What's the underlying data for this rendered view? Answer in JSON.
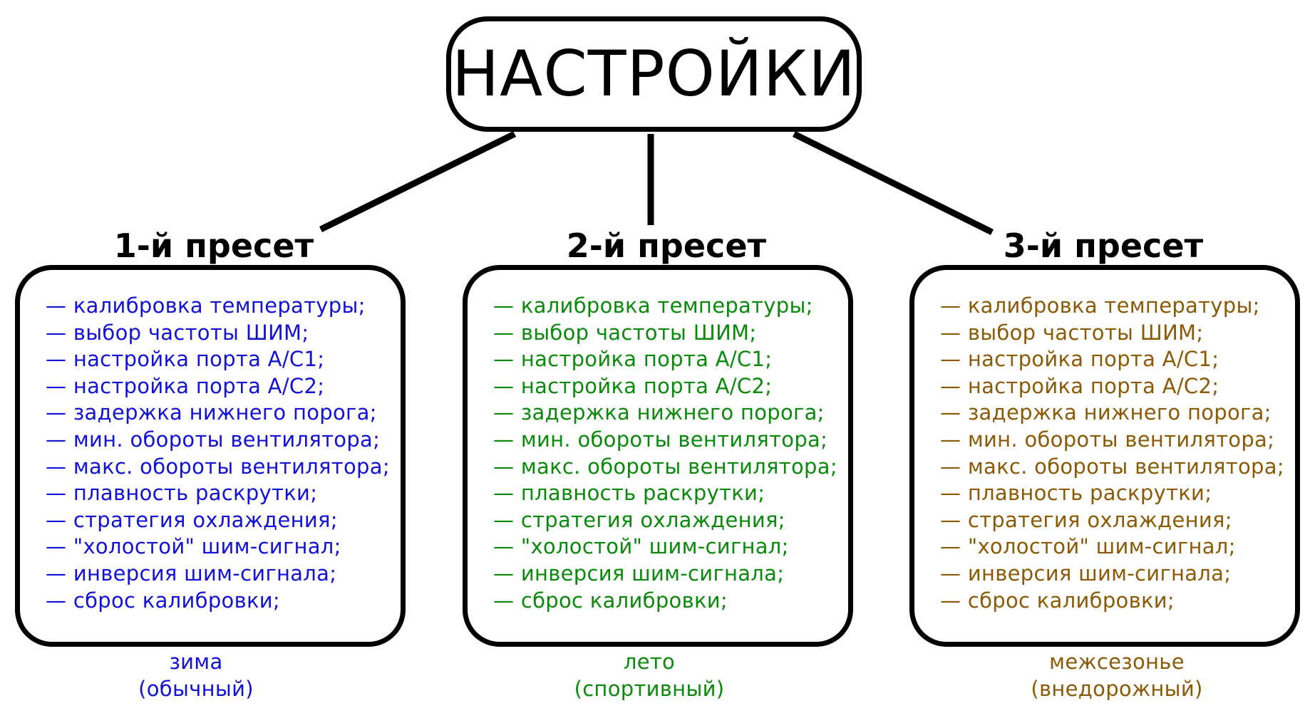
{
  "root": {
    "title": "НАСТРОЙКИ"
  },
  "presets": [
    {
      "title": "1-й пресет",
      "color": "#1111d8",
      "items": [
        "— калибровка температуры;",
        "— выбор частоты ШИМ;",
        "— настройка порта A/C1;",
        "— настройка порта A/C2;",
        "— задержка нижнего порога;",
        "— мин. обороты вентилятора;",
        "— макс. обороты вентилятора;",
        "— плавность раскрутки;",
        "— стратегия охлаждения;",
        "— \"холостой\" шим-сигнал;",
        "— инверсия шим-сигнала;",
        "— сброс калибровки;"
      ],
      "caption": [
        "зима",
        "(обычный)"
      ]
    },
    {
      "title": "2-й пресет",
      "color": "#0a8a0a",
      "items": [
        "— калибровка температуры;",
        "— выбор частоты ШИМ;",
        "— настройка порта A/C1;",
        "— настройка порта A/C2;",
        "— задержка нижнего порога;",
        "— мин. обороты вентилятора;",
        "— макс. обороты вентилятора;",
        "— плавность раскрутки;",
        "— стратегия охлаждения;",
        "— \"холостой\" шим-сигнал;",
        "— инверсия шим-сигнала;",
        "— сброс калибровки;"
      ],
      "caption": [
        "лето",
        "(спортивный)"
      ]
    },
    {
      "title": "3-й пресет",
      "color": "#8c5a06",
      "items": [
        "— калибровка температуры;",
        "— выбор частоты ШИМ;",
        "— настройка порта A/C1;",
        "— настройка порта A/C2;",
        "— задержка нижнего порога;",
        "— мин. обороты вентилятора;",
        "— макс. обороты вентилятора;",
        "— плавность раскрутки;",
        "— стратегия охлаждения;",
        "— \"холостой\" шим-сигнал;",
        "— инверсия шим-сигнала;",
        "— сброс калибровки;"
      ],
      "caption": [
        "межсезонье",
        "(внедорожный)"
      ]
    }
  ]
}
